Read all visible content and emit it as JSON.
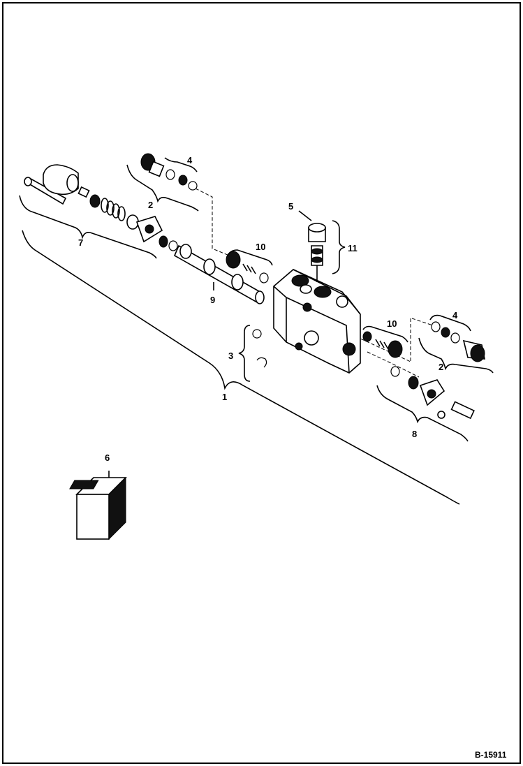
{
  "figure_id": "B-15911",
  "callouts": [
    {
      "id": "c1",
      "label": "1"
    },
    {
      "id": "c2a",
      "label": "2"
    },
    {
      "id": "c2b",
      "label": "2"
    },
    {
      "id": "c3",
      "label": "3"
    },
    {
      "id": "c4a",
      "label": "4"
    },
    {
      "id": "c4b",
      "label": "4"
    },
    {
      "id": "c5",
      "label": "5"
    },
    {
      "id": "c6",
      "label": "6"
    },
    {
      "id": "c7",
      "label": "7"
    },
    {
      "id": "c8",
      "label": "8"
    },
    {
      "id": "c9",
      "label": "9"
    },
    {
      "id": "c10a",
      "label": "10"
    },
    {
      "id": "c10b",
      "label": "10"
    },
    {
      "id": "c11",
      "label": "11"
    }
  ]
}
